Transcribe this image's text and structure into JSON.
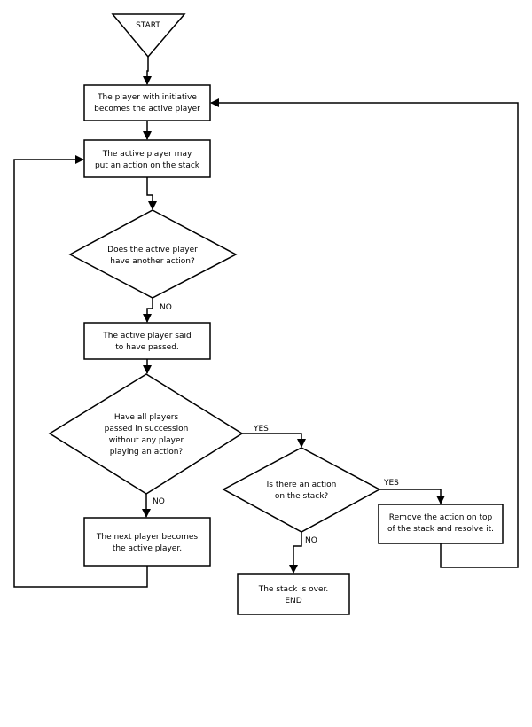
{
  "start": {
    "label": "START"
  },
  "nodes": {
    "initiative": [
      "The player with initiative",
      "becomes the active player"
    ],
    "may_act": [
      "The active player may",
      "put an action on the stack"
    ],
    "another_action": [
      "Does the active player",
      "have another action?"
    ],
    "passed": [
      "The active player said",
      "to have passed."
    ],
    "all_passed": [
      "Have all players",
      "passed in succession",
      "without any player",
      "playing an action?"
    ],
    "next_player": [
      "The next player becomes",
      "the active player."
    ],
    "is_action": [
      "Is there an action",
      "on the stack?"
    ],
    "resolve": [
      "Remove the action on top",
      "of the stack and resolve it."
    ],
    "end": [
      "The stack is over.",
      "END"
    ]
  },
  "edge_labels": {
    "another_no": "NO",
    "all_passed_yes": "YES",
    "all_passed_no": "NO",
    "is_action_yes": "YES",
    "is_action_no": "NO"
  }
}
